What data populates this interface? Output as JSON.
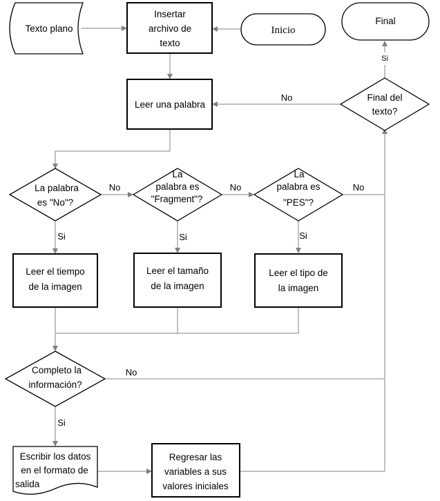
{
  "nodes": {
    "texto_plano": "Texto plano",
    "insertar": [
      "Insertar",
      "archivo de",
      "texto"
    ],
    "inicio": "Inicio",
    "final": "Final",
    "leer_palabra": "Leer una palabra",
    "final_texto": [
      "Final del",
      "texto?"
    ],
    "dec_no": [
      "La palabra",
      "es \"No\"?"
    ],
    "dec_fragment": [
      "La",
      "palabra es",
      "\"Fragment\"?"
    ],
    "dec_pes": [
      "La",
      "palabra es",
      "\"PES\"?"
    ],
    "leer_tiempo": [
      "Leer el tiempo",
      "de la imagen"
    ],
    "leer_tamano": [
      "Leer el tamaño",
      "de la imagen"
    ],
    "leer_tipo": [
      "Leer el tipo de",
      "la imagen"
    ],
    "completo": [
      "Completo la",
      "información?"
    ],
    "escribir": [
      "Escribir los datos",
      "en el formato de",
      "salida"
    ],
    "regresar": [
      "Regresar las",
      "variables a sus",
      "valores iniciales"
    ]
  },
  "edges": {
    "no": "No",
    "si": "Si",
    "si_small": "Si"
  }
}
